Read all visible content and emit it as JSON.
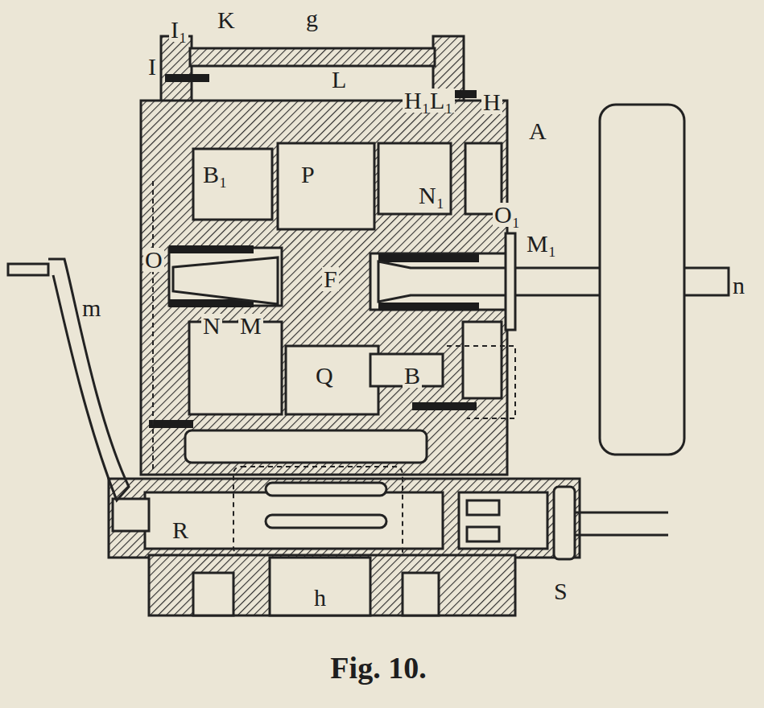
{
  "diagram": {
    "caption": "Fig. 10.",
    "labels": [
      "K",
      "g",
      "I₁",
      "I",
      "L",
      "H₁",
      "L₁",
      "H",
      "A",
      "B₁",
      "P",
      "N₁",
      "O₁",
      "M₁",
      "O",
      "F",
      "m",
      "n",
      "N",
      "M",
      "Q",
      "B",
      "R",
      "h",
      "S"
    ]
  }
}
